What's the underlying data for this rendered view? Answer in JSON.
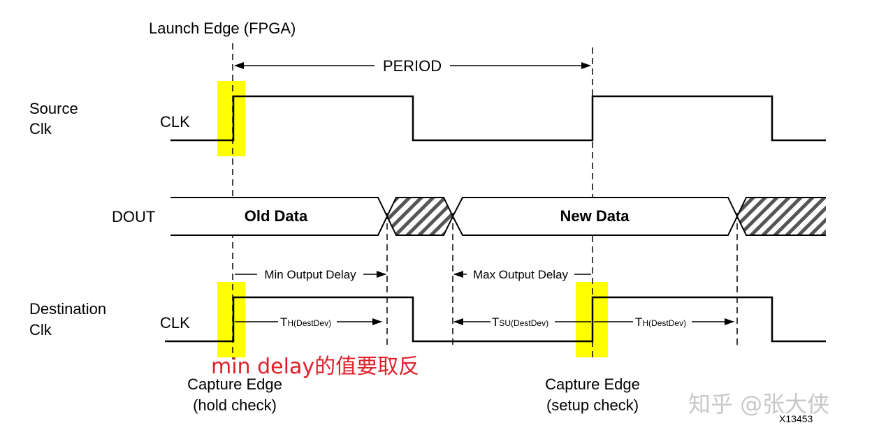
{
  "launch_edge": "Launch Edge (FPGA)",
  "period": "PERIOD",
  "source_clk": [
    "Source",
    "Clk"
  ],
  "clk": "CLK",
  "dout": "DOUT",
  "old_data": "Old Data",
  "new_data": "New Data",
  "min_output_delay": "Min Output Delay",
  "max_output_delay": "Max Output Delay",
  "destination_clk": [
    "Destination",
    "Clk"
  ],
  "t_hold": {
    "main": "T",
    "sub": "H(DestDev)"
  },
  "t_setup": {
    "main": "T",
    "sub": "SU(DestDev)"
  },
  "annotation_red": "min delay的值要取反",
  "capture_hold": [
    "Capture Edge",
    "(hold check)"
  ],
  "capture_setup": [
    "Capture Edge",
    "(setup check)"
  ],
  "watermark": "知乎 @张大侠",
  "figure_id": "X13453",
  "colors": {
    "highlight": "#ffff00",
    "annotation": "#e0202a",
    "line": "#000000"
  }
}
